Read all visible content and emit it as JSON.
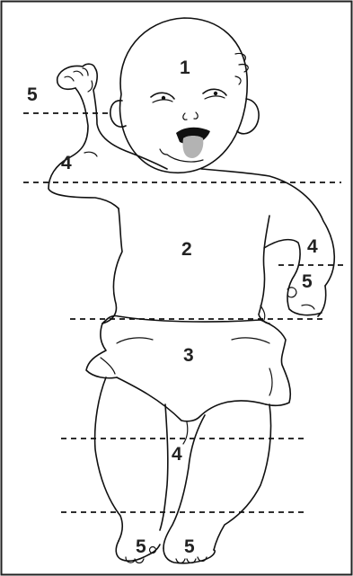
{
  "zones": {
    "head": "1",
    "upper_arm_left": "4",
    "hand_left": "5",
    "trunk": "2",
    "upper_arm_right": "4",
    "hand_right": "5",
    "diaper": "3",
    "leg": "4",
    "foot_left": "5",
    "foot_right": "5"
  },
  "colors": {
    "line": "#111111",
    "tongue": "#b3b3b3",
    "mouth": "#111111",
    "border": "#222222"
  }
}
